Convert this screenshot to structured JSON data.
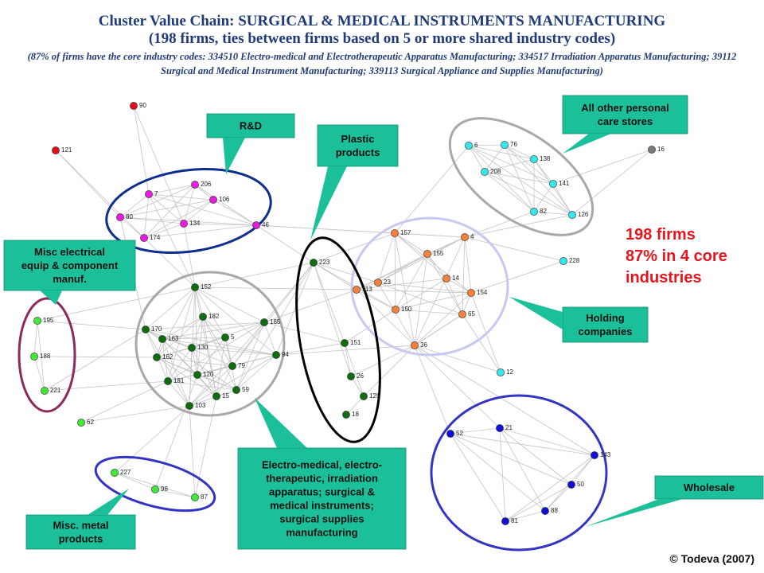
{
  "title": {
    "main": "Cluster Value Chain: SURGICAL & MEDICAL INSTRUMENTS MANUFACTURING",
    "sub": "(198 firms, ties between firms based on 5 or more shared industry codes)",
    "note": "(87% of firms have the core industry codes: 334510 Electro-medical and Electrotherapeutic Apparatus Manufacturing; 334517 Irradiation Apparatus Manufacturing; 39112 Surgical and Medical Instrument Manufacturing; 339113 Surgical Appliance and Supplies Manufacturing)"
  },
  "stats": {
    "line1": "198 firms",
    "line2": "87% in 4 core",
    "line3": "industries"
  },
  "credit": "© Todeva (2007)",
  "colors": {
    "red": "#e0101a",
    "magenta": "#e81ce0",
    "cyan": "#33e8ef",
    "orange": "#f7803a",
    "darkgreen": "#0e6e0e",
    "lightgreen": "#3fe83a",
    "blue": "#1010d8",
    "gray": "#7a7a7a",
    "callout": "#1bbf99",
    "ellipse_gray": "#a9a9a9",
    "ellipse_navy": "#0d2e8c",
    "ellipse_maroon": "#8c2a5a",
    "ellipse_black": "#000000",
    "ellipse_lavender": "#c6c9f2",
    "ellipse_blue": "#3434c4"
  },
  "nodes": [
    {
      "id": "90",
      "group": "red"
    },
    {
      "id": "121",
      "group": "red"
    },
    {
      "id": "206",
      "group": "magenta"
    },
    {
      "id": "7",
      "group": "magenta"
    },
    {
      "id": "106",
      "group": "magenta"
    },
    {
      "id": "80",
      "group": "magenta"
    },
    {
      "id": "134",
      "group": "magenta"
    },
    {
      "id": "46",
      "group": "magenta"
    },
    {
      "id": "174",
      "group": "magenta"
    },
    {
      "id": "6",
      "group": "cyan"
    },
    {
      "id": "76",
      "group": "cyan"
    },
    {
      "id": "138",
      "group": "cyan"
    },
    {
      "id": "208",
      "group": "cyan"
    },
    {
      "id": "141",
      "group": "cyan"
    },
    {
      "id": "82",
      "group": "cyan"
    },
    {
      "id": "126",
      "group": "cyan"
    },
    {
      "id": "228",
      "group": "cyan"
    },
    {
      "id": "12",
      "group": "cyan"
    },
    {
      "id": "16",
      "group": "gray"
    },
    {
      "id": "157",
      "group": "orange"
    },
    {
      "id": "4",
      "group": "orange"
    },
    {
      "id": "155",
      "group": "orange"
    },
    {
      "id": "14",
      "group": "orange"
    },
    {
      "id": "113",
      "group": "orange"
    },
    {
      "id": "23",
      "group": "orange"
    },
    {
      "id": "154",
      "group": "orange"
    },
    {
      "id": "150",
      "group": "orange"
    },
    {
      "id": "65",
      "group": "orange"
    },
    {
      "id": "36",
      "group": "orange"
    },
    {
      "id": "223",
      "group": "darkgreen"
    },
    {
      "id": "151",
      "group": "darkgreen"
    },
    {
      "id": "26",
      "group": "darkgreen"
    },
    {
      "id": "125",
      "group": "darkgreen"
    },
    {
      "id": "18",
      "group": "darkgreen"
    },
    {
      "id": "152",
      "group": "darkgreen"
    },
    {
      "id": "182",
      "group": "darkgreen"
    },
    {
      "id": "170",
      "group": "darkgreen"
    },
    {
      "id": "163",
      "group": "darkgreen"
    },
    {
      "id": "5",
      "group": "darkgreen"
    },
    {
      "id": "185",
      "group": "darkgreen"
    },
    {
      "id": "130",
      "group": "darkgreen"
    },
    {
      "id": "162",
      "group": "darkgreen"
    },
    {
      "id": "94",
      "group": "darkgreen"
    },
    {
      "id": "79",
      "group": "darkgreen"
    },
    {
      "id": "120",
      "group": "darkgreen"
    },
    {
      "id": "181",
      "group": "darkgreen"
    },
    {
      "id": "59",
      "group": "darkgreen"
    },
    {
      "id": "15",
      "group": "darkgreen"
    },
    {
      "id": "103",
      "group": "darkgreen"
    },
    {
      "id": "195",
      "group": "lightgreen"
    },
    {
      "id": "188",
      "group": "lightgreen"
    },
    {
      "id": "221",
      "group": "lightgreen"
    },
    {
      "id": "62",
      "group": "lightgreen"
    },
    {
      "id": "227",
      "group": "lightgreen"
    },
    {
      "id": "98",
      "group": "lightgreen"
    },
    {
      "id": "87",
      "group": "lightgreen"
    },
    {
      "id": "52",
      "group": "blue"
    },
    {
      "id": "21",
      "group": "blue"
    },
    {
      "id": "143",
      "group": "blue"
    },
    {
      "id": "50",
      "group": "blue"
    },
    {
      "id": "88",
      "group": "blue"
    },
    {
      "id": "81",
      "group": "blue"
    }
  ],
  "callouts": [
    {
      "key": "rd",
      "lines": [
        "R&D"
      ]
    },
    {
      "key": "plastic",
      "lines": [
        "Plastic",
        "products"
      ]
    },
    {
      "key": "personal",
      "lines": [
        "All other personal",
        "care stores"
      ]
    },
    {
      "key": "miscelec",
      "lines": [
        "Misc electrical",
        "equip & component",
        "manuf."
      ]
    },
    {
      "key": "holding",
      "lines": [
        "Holding",
        "companies"
      ]
    },
    {
      "key": "electro",
      "lines": [
        "Electro-medical, electro-",
        "therapeutic, irradiation",
        "apparatus; surgical &",
        "medical instruments;",
        "surgical supplies",
        "manufacturing"
      ]
    },
    {
      "key": "wholesale",
      "lines": [
        "Wholesale"
      ]
    },
    {
      "key": "metal",
      "lines": [
        "Misc. metal",
        "products"
      ]
    }
  ]
}
